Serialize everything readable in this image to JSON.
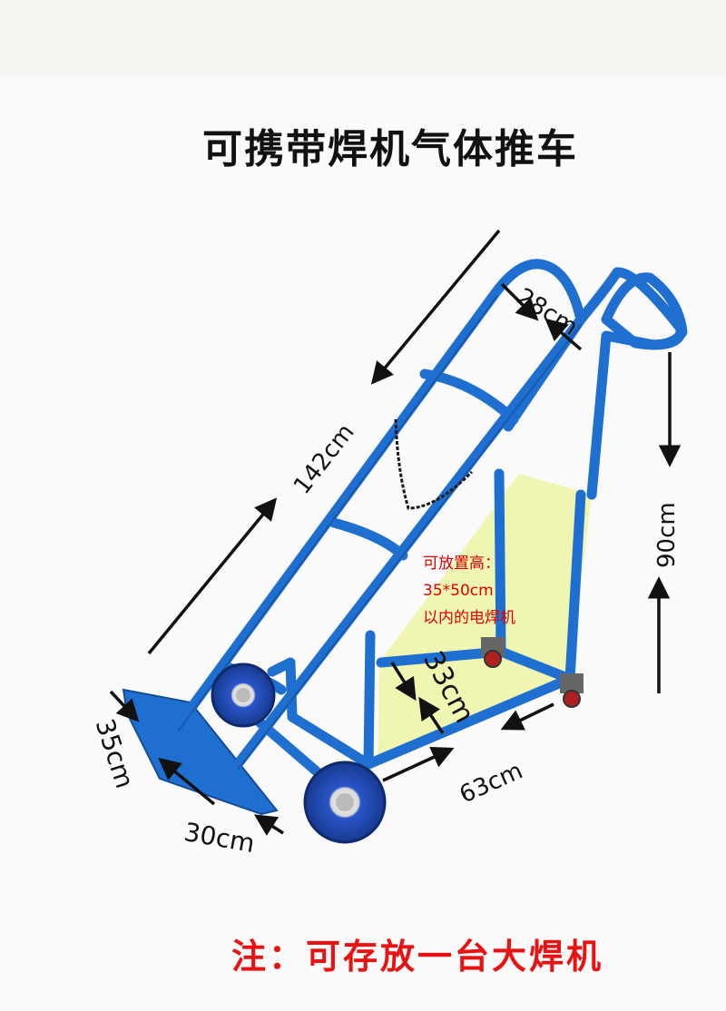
{
  "title": "可携带焊机气体推车",
  "dimensions": {
    "length": "142cm",
    "handle_width": "28cm",
    "height": "90cm",
    "platform_height": "33cm",
    "depth": "63cm",
    "plate_length": "35cm",
    "plate_width": "30cm"
  },
  "capacity_note": {
    "line1": "可放置高：",
    "line2": "35*50cm",
    "line3": "以内的电焊机"
  },
  "footer_note": "注：可存放一台大焊机",
  "colors": {
    "frame": "#1f6fd0",
    "frame_dark": "#134c96",
    "highlight": "#eef5a8",
    "note_red": "#e81212",
    "wheel_blue": "#2a55c9"
  }
}
